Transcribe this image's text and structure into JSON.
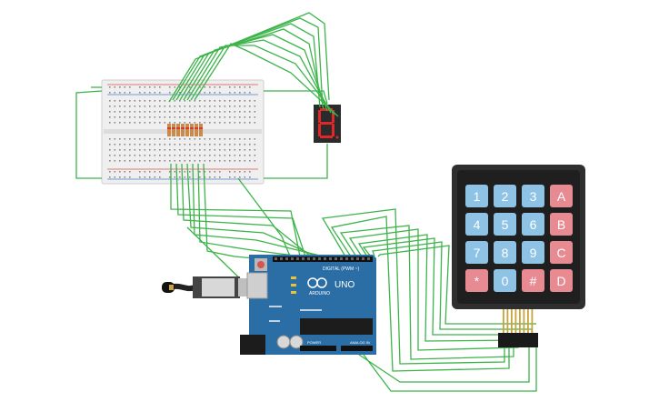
{
  "workspace": {
    "background": "#ffffff",
    "wire_color": "#3cb44a"
  },
  "seven_segment": {
    "digit": "8",
    "segment_color": "#e0282c",
    "body_color": "#2b2b2b"
  },
  "arduino": {
    "logo_text": "UNO",
    "brand_text": "ARDUINO",
    "digital_label": "DIGITAL (PWM ~)",
    "analog_label": "ANALOG IN",
    "power_label": "POWER",
    "board_color": "#2b6ea6"
  },
  "keypad": {
    "rows": [
      [
        "1",
        "2",
        "3",
        "A"
      ],
      [
        "4",
        "5",
        "6",
        "B"
      ],
      [
        "7",
        "8",
        "9",
        "C"
      ],
      [
        "*",
        "0",
        "#",
        "D"
      ]
    ],
    "number_key_color": "#8ec3e6",
    "letter_key_color": "#e88a92",
    "frame_color": "#2f2f2f"
  },
  "breadboard": {
    "color": "#efefef",
    "rail_red": "#d9534f",
    "rail_blue": "#4a7bd0"
  },
  "resistor_array": {
    "color": "#c98a4a"
  }
}
